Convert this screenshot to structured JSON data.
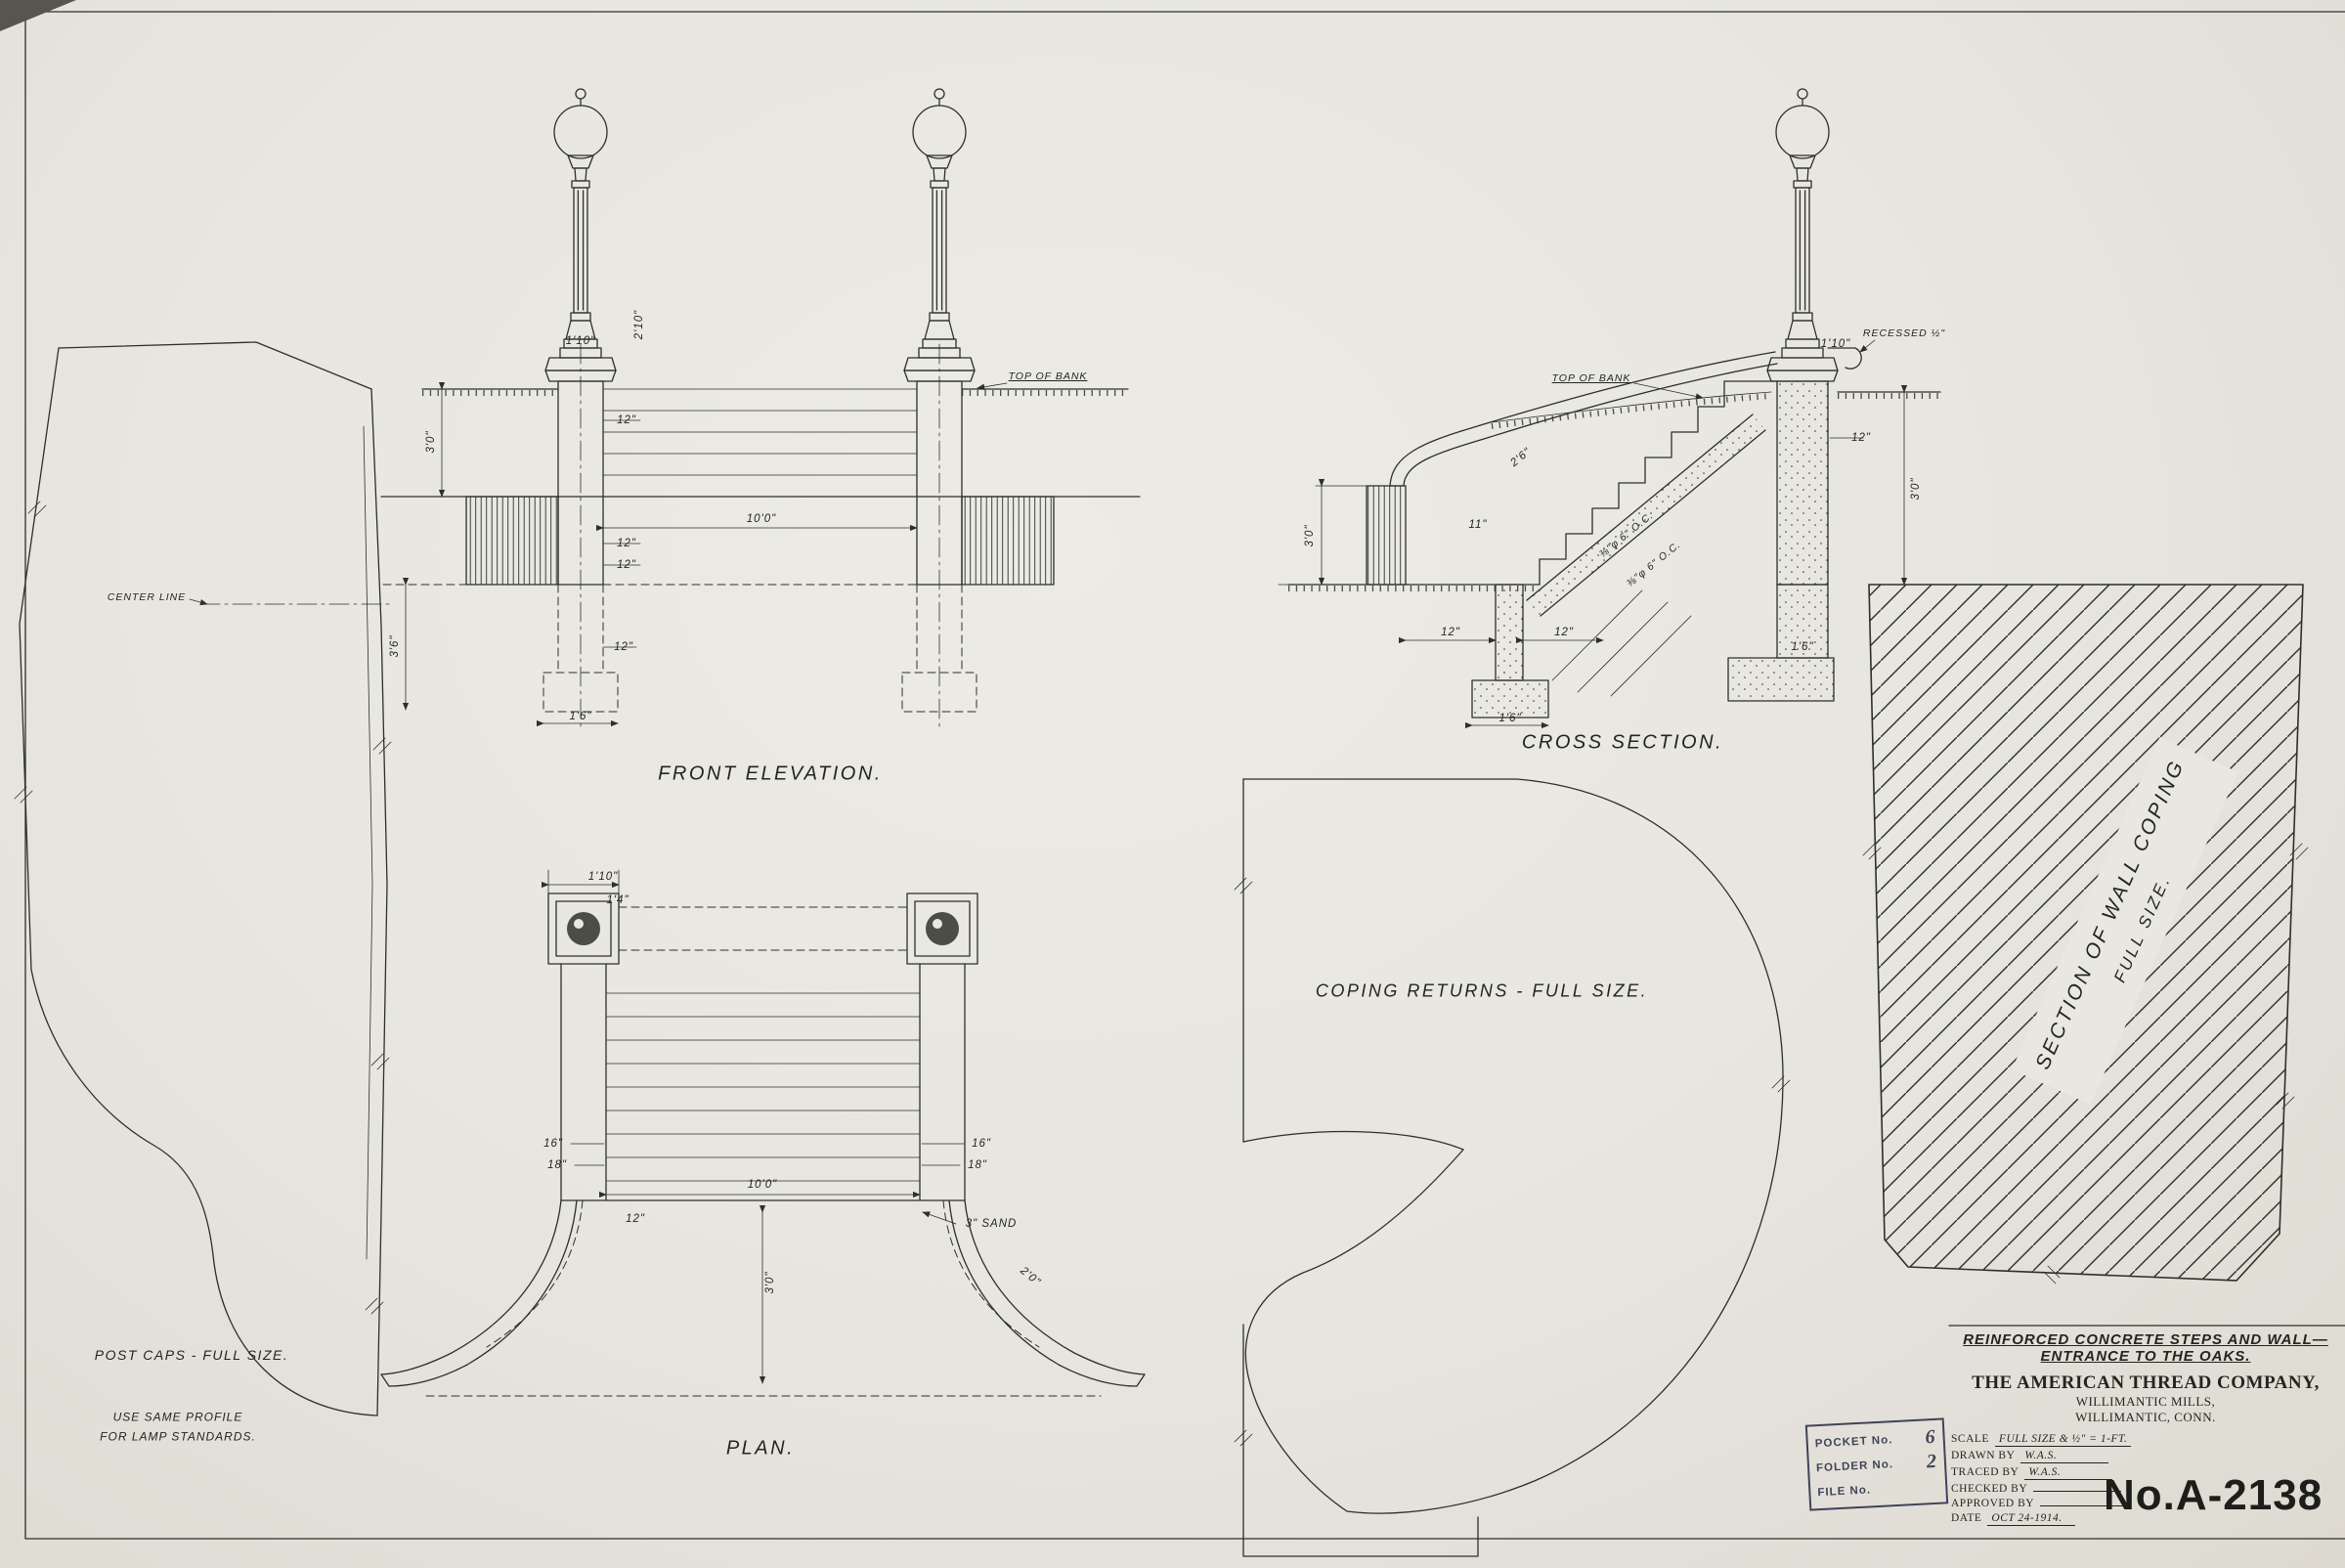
{
  "sheet": {
    "paper_color": "#e9e7e1",
    "ink_color": "#2e2f2a"
  },
  "view_titles": {
    "front_elevation": "FRONT ELEVATION.",
    "cross_section": "CROSS SECTION.",
    "plan": "PLAN.",
    "coping_returns": "COPING RETURNS - FULL SIZE.",
    "wall_coping_line1": "SECTION OF WALL COPING",
    "wall_coping_line2": "FULL SIZE.",
    "post_caps": "POST CAPS - FULL SIZE.",
    "post_caps_note1": "USE SAME PROFILE",
    "post_caps_note2": "FOR LAMP STANDARDS."
  },
  "labels": {
    "center_line": "CENTER LINE",
    "top_of_bank_front": "TOP OF BANK",
    "top_of_bank_section": "TOP OF BANK",
    "recessed": "RECESSED ½\""
  },
  "dims": [
    {
      "text": "1'10\""
    },
    {
      "text": "2'10\""
    },
    {
      "text": "12\""
    },
    {
      "text": "10'0\""
    },
    {
      "text": "12\""
    },
    {
      "text": "12\""
    },
    {
      "text": "3'0\""
    },
    {
      "text": "3'6\""
    },
    {
      "text": "12\""
    },
    {
      "text": "1'6\""
    },
    {
      "text": "1'10\""
    },
    {
      "text": "3'0\""
    },
    {
      "text": "12\""
    },
    {
      "text": "12\""
    },
    {
      "text": "1'6\""
    },
    {
      "text": "1'6\""
    },
    {
      "text": "3'0\""
    },
    {
      "text": "⅜\"φ 6\" O.C."
    },
    {
      "text": "⅜\"φ 6\" O.C."
    },
    {
      "text": "2'6\""
    },
    {
      "text": "12\""
    },
    {
      "text": "11\""
    },
    {
      "text": "1'10\""
    },
    {
      "text": "1'4\""
    },
    {
      "text": "16\""
    },
    {
      "text": "18\""
    },
    {
      "text": "16\""
    },
    {
      "text": "18\""
    },
    {
      "text": "10'0\""
    },
    {
      "text": "12\""
    },
    {
      "text": "3\" SAND"
    },
    {
      "text": "3'0\""
    },
    {
      "text": "2'0\""
    }
  ],
  "title_block": {
    "title_line1": "REINFORCED CONCRETE STEPS AND WALL—",
    "title_line2": "ENTRANCE TO THE OAKS.",
    "company": "THE AMERICAN THREAD COMPANY,",
    "location1": "WILLIMANTIC MILLS,",
    "location2": "WILLIMANTIC, CONN.",
    "scale_label": "SCALE",
    "scale_value": "FULL SIZE & ½\" = 1-FT.",
    "drawn_label": "DRAWN BY",
    "drawn_value": "W.A.S.",
    "traced_label": "TRACED BY",
    "traced_value": "W.A.S.",
    "checked_label": "CHECKED BY",
    "checked_value": "",
    "approved_label": "APPROVED BY",
    "approved_value": "",
    "date_label": "DATE",
    "date_value": "OCT 24-1914.",
    "drawing_number": "No.A-2138"
  },
  "stamp": {
    "rows": [
      {
        "label": "POCKET No.",
        "value": "6"
      },
      {
        "label": "FOLDER No.",
        "value": "2"
      },
      {
        "label": "FILE No.",
        "value": ""
      }
    ]
  }
}
